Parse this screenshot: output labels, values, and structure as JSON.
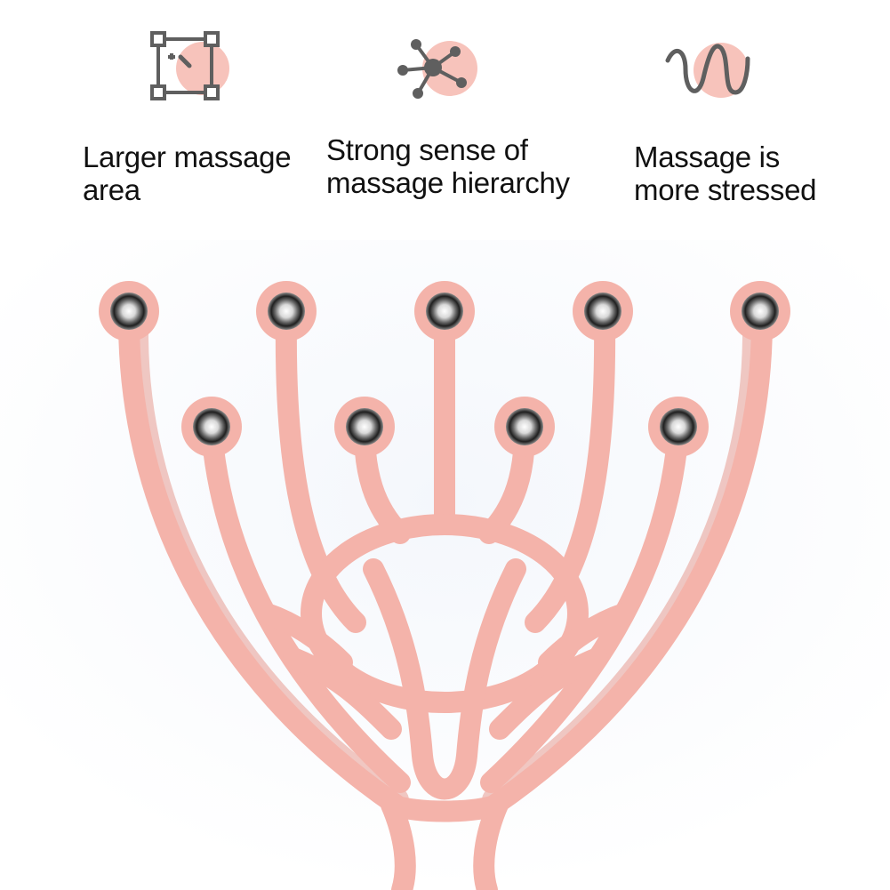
{
  "features": [
    {
      "icon": "square-selection-icon",
      "label": "Larger massage\narea"
    },
    {
      "icon": "network-nodes-icon",
      "label": "Strong sense of\nmassage hierarchy"
    },
    {
      "icon": "wave-icon",
      "label": "Massage is\nmore stressed"
    }
  ],
  "product": {
    "name": "scalp-massager",
    "prong_count": 9,
    "colors": {
      "body": "#f4b3aa",
      "body_shadow": "#e99e94",
      "ball_ring": "#f6c0b8",
      "accent_circle": "#f7c3bb",
      "icon_stroke": "#5f5f5f"
    }
  }
}
